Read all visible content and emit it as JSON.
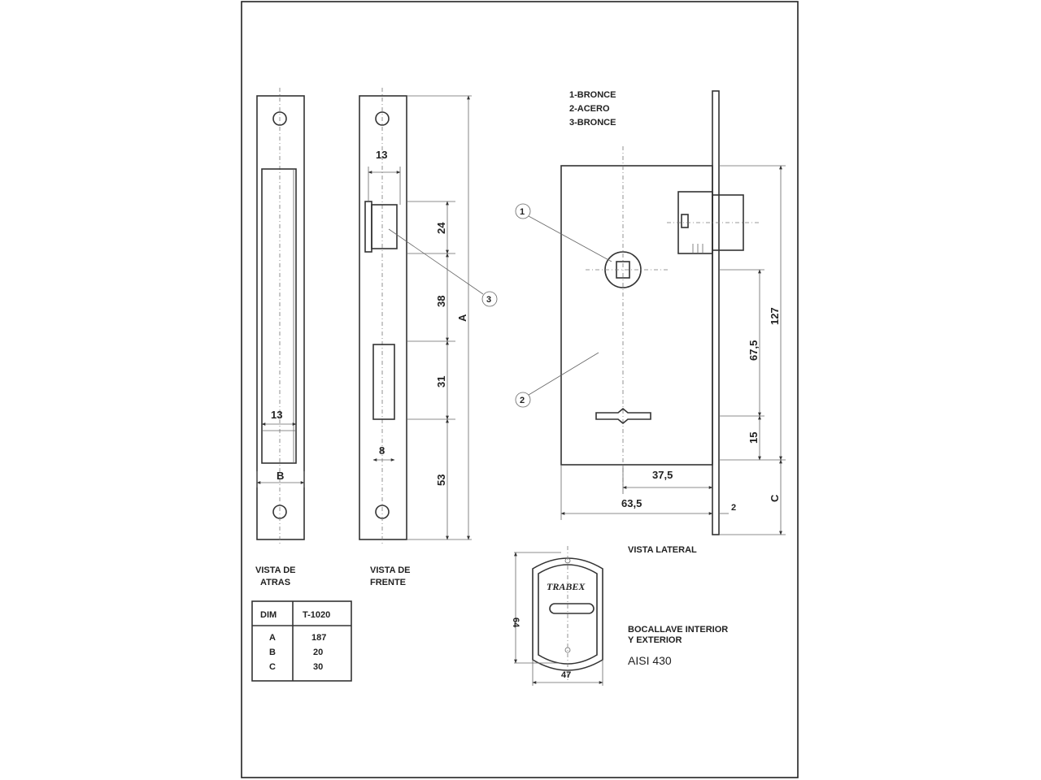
{
  "materials": [
    "1-BRONCE",
    "2-ACERO",
    "3-BRONCE"
  ],
  "callouts": [
    "1",
    "2",
    "3"
  ],
  "dimensions": {
    "back_slot_width": "13",
    "back_b": "B",
    "front_top_width": "13",
    "front_bottom_width": "8",
    "front_24": "24",
    "front_38": "38",
    "front_31": "31",
    "front_53": "53",
    "front_a": "A",
    "side_127": "127",
    "side_675": "67,5",
    "side_15": "15",
    "side_375": "37,5",
    "side_635": "63,5",
    "side_2": "2",
    "side_c": "C",
    "plate_64": "64",
    "plate_47": "47"
  },
  "labels": {
    "back_view_1": "VISTA DE",
    "back_view_2": "ATRAS",
    "front_view_1": "VISTA DE",
    "front_view_2": "FRENTE",
    "side_view": "VISTA LATERAL",
    "plate_title_1": "BOCALLAVE INTERIOR",
    "plate_title_2": "Y EXTERIOR",
    "plate_material": "AISI 430",
    "plate_brand": "TRABEX"
  },
  "table": {
    "headers": [
      "DIM",
      "T-1020"
    ],
    "rows": [
      [
        "A",
        "187"
      ],
      [
        "B",
        "20"
      ],
      [
        "C",
        "30"
      ]
    ]
  }
}
